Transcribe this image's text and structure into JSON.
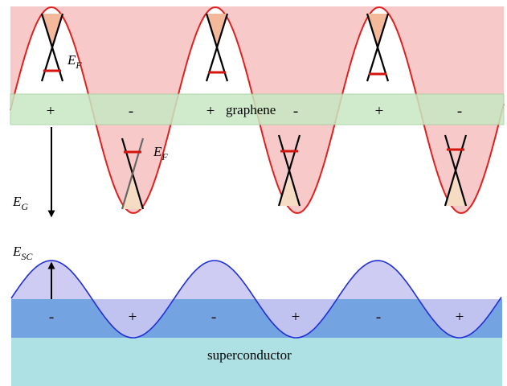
{
  "labels": {
    "graphene": "graphene",
    "superconductor": "superconductor",
    "fermi_level": {
      "base": "E",
      "sub": "F"
    },
    "graphene_field": {
      "base": "E",
      "sub": "G"
    },
    "sc_field": {
      "base": "E",
      "sub": "SC"
    }
  },
  "graphene_signs": [
    "+",
    "-",
    "+",
    "-",
    "+",
    "-"
  ],
  "sc_signs": [
    "-",
    "+",
    "-",
    "+",
    "-",
    "+"
  ],
  "colors": {
    "graphene_wave": "#e0201e",
    "graphene_wave_fill": "#f7c9c9",
    "graphene_band": "#c8e8c4",
    "graphene_band_border": "#9fd09a",
    "sc_wave": "#1f2fd6",
    "sc_wave_fill": "#c9c6f2",
    "sc_surface_layer": "#74a3e2",
    "sc_body": "#ade1e4",
    "cone_fill_upper": "#f4b89b",
    "cone_fill_lower": "#f7dcc4",
    "fermi_mark": "#d4150f",
    "line": "#000000"
  },
  "icons": {
    "dirac_cone": "dirac-cone-icon",
    "arrow": "arrow-icon"
  }
}
